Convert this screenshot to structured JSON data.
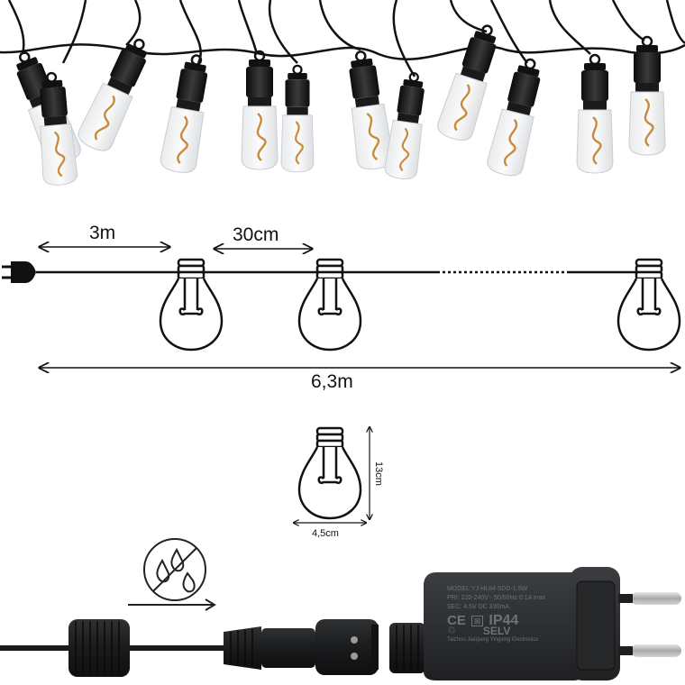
{
  "dimensions": {
    "lead_cable": "3m",
    "bulb_spacing": "30cm",
    "total_length": "6,3m"
  },
  "bulb_size": {
    "height": "13cm",
    "width": "4,5cm"
  },
  "adapter": {
    "model_line": "MODEL:YJ-HL84-5DD-1.5W",
    "input_line": "PRI: 220-240V~ 50/60Hz 0.1A max",
    "output_line": "SEC: 4.5V DC 330mA",
    "ip_rating": "IP44",
    "selv": "SELV",
    "ce_mark": "CE",
    "manufacturer": "Taizhou Jiaojiang Yingxing Electronics"
  },
  "icons": [
    "no-water-icon",
    "arrow-right-icon",
    "plug-icon",
    "bulb-icon"
  ],
  "colors": {
    "cable": "#111111",
    "adapter": "#2a2c2e",
    "prong": "#c8c8c8"
  }
}
